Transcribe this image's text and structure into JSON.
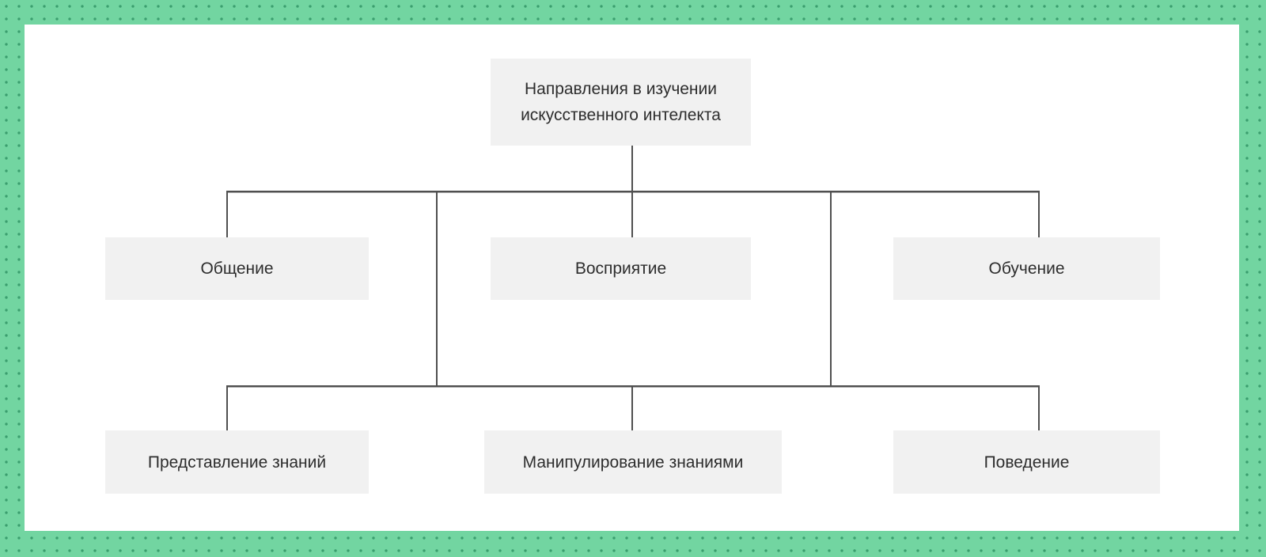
{
  "diagram": {
    "root": {
      "label": "Направления в изучении искусственного интелекта"
    },
    "level1": [
      {
        "label": "Общение"
      },
      {
        "label": "Восприятие"
      },
      {
        "label": "Обучение"
      }
    ],
    "level2": [
      {
        "label": "Представление знаний"
      },
      {
        "label": "Манипулирование знаниями"
      },
      {
        "label": "Поведение"
      }
    ]
  },
  "colors": {
    "background": "#72d5a1",
    "dot": "#3b9e6e",
    "canvas": "#ffffff",
    "node_fill": "#f1f1f1",
    "node_text": "#2d2d2d",
    "connector": "#4f4f4f"
  }
}
